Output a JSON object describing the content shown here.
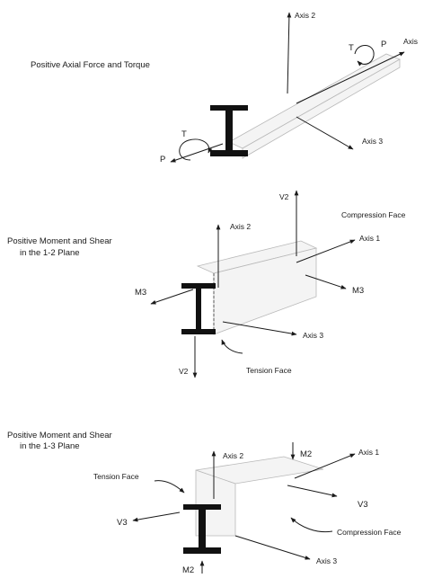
{
  "panel1": {
    "caption": "Positive Axial Force and Torque",
    "labels": {
      "axis2": "Axis 2",
      "axis1": "Axis",
      "axis3": "Axis 3",
      "p_top": "P",
      "t_top": "T",
      "p_bottom": "P",
      "t_bottom": "T"
    }
  },
  "panel2": {
    "caption_line1": "Positive Moment and Shear",
    "caption_line2": "in the 1-2 Plane",
    "labels": {
      "v2_top": "V2",
      "compression_face": "Compression Face",
      "axis2": "Axis 2",
      "axis1": "Axis 1",
      "m3_left": "M3",
      "m3_right": "M3",
      "axis3": "Axis 3",
      "v2_bottom": "V2",
      "tension_face": "Tension Face"
    }
  },
  "panel3": {
    "caption_line1": "Positive Moment and Shear",
    "caption_line2": "in the 1-3 Plane",
    "labels": {
      "axis2": "Axis 2",
      "m2_top": "M2",
      "axis1": "Axis 1",
      "tension_face": "Tension Face",
      "v3_right": "V3",
      "v3_left": "V3",
      "compression_face": "Compression Face",
      "axis3": "Axis 3",
      "m2_bottom": "M2"
    }
  }
}
